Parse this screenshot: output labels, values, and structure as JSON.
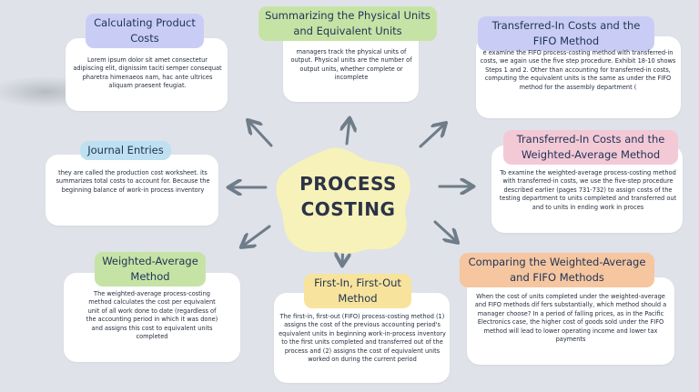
{
  "center": {
    "line1": "PROCESS",
    "line2": "COSTING"
  },
  "nodes": {
    "calculating": {
      "title": "Calculating Product Costs",
      "color": "#c9cdf5",
      "body": "Lorem ipsum dolor sit amet consectetur adipiscing elit, dignissim taciti semper consequat pharetra himenaeos nam, hac ante ultrices aliquam praesent feugiat."
    },
    "summarizing": {
      "title": "Summarizing the Physical Units and Equivalent Units",
      "color": "#c6e3a6",
      "body": "managers track the physical units of output. Physical units are the number of output units, whether complete or incomplete"
    },
    "transferred_fifo": {
      "title": "Transferred-In Costs and the FIFO Method",
      "color": "#c9cdf5",
      "body": "e examine the FIFO process-costing method with transferred-in costs, we again use the five step procedure. Exhibit 18-10 shows Steps 1 and 2. Other than accounting for transferred-in costs, computing the equivalent units is the same as under the FIFO method for the assembly department ("
    },
    "journal": {
      "title": "Journal Entries",
      "color": "#bfe0f0",
      "body": "they are called the production cost worksheet. its summarizes total costs to account for. Because the beginning balance of work-in process inventory"
    },
    "transferred_weighted": {
      "title": "Transferred-In Costs and the Weighted-Average Method",
      "color": "#f3c9d6",
      "body": "To examine the weighted-average process-costing method with transferred-in costs, we use the five-step procedure described earlier (pages 731-732) to assign costs of the testing department to units completed and transferred out and to units in ending work in proces"
    },
    "weighted": {
      "title": "Weighted-Average Method",
      "color": "#c6e3a6",
      "body": "The weighted-average process-costing method calculates the cost per equivalent unit of all work done to date (regardless of the accounting period in which it was done) and assigns this cost to equivalent units completed"
    },
    "fifo": {
      "title": "First-In, First-Out Method",
      "color": "#f7e39c",
      "body": "The first-in, first-out (FIFO) process-costing method (1) assigns the cost of the previous accounting period's equivalent units in beginning work-in-process inventory to the first units completed and transferred out of the process and (2) assigns the cost of equivalent units worked on during the current period"
    },
    "comparing": {
      "title": "Comparing the Weighted-Average and FIFO Methods",
      "color": "#f5c6a0",
      "body": "When the cost of units completed under the weighted-average and FIFO methods dif fers substantially, which method should a manager choose? In a period of falling prices, as in the Pacific Electronics case, the higher cost of goods sold under the FIFO method will lead to lower operating income and lower tax payments"
    }
  },
  "colors": {
    "background": "#dfe2e8",
    "arrow": "#6f7c89",
    "center_fill": "#f6f2b9",
    "text": "#1f3354"
  }
}
